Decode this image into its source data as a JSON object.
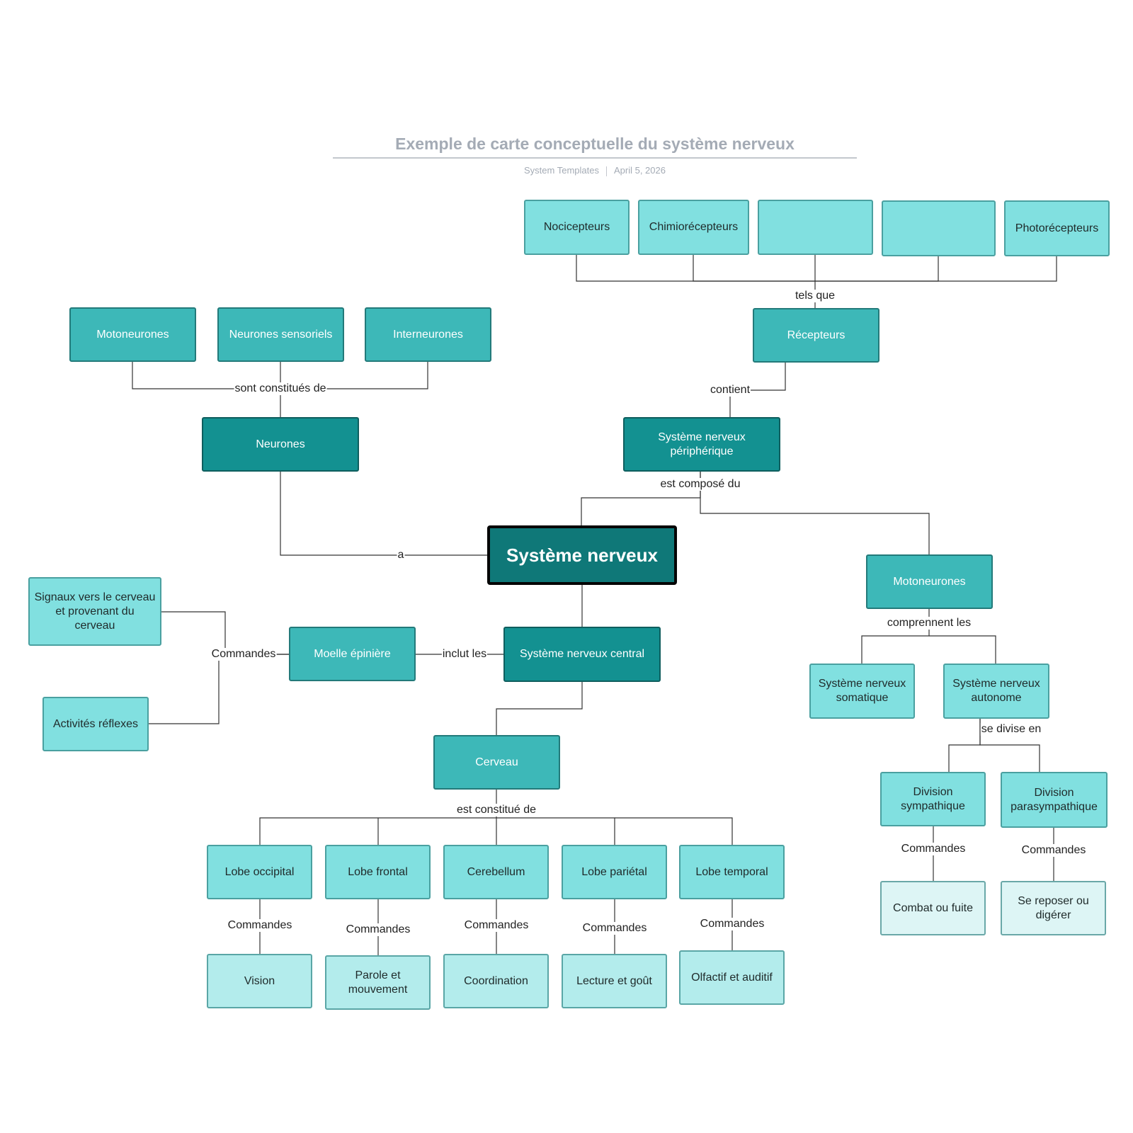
{
  "header": {
    "title": "Exemple de carte conceptuelle du système nerveux",
    "author": "System Templates",
    "date": "April 5, 2026"
  },
  "nodes": {
    "noci": "Nocicepteurs",
    "chimio": "Chimiorécepteurs",
    "blank1": "",
    "blank2": "",
    "photo": "Photorécepteurs",
    "recepteurs": "Récepteurs",
    "moto_top": "Motoneurones",
    "sensoriels": "Neurones sensoriels",
    "inter": "Interneurones",
    "neurones": "Neurones",
    "snp": "Système nerveux périphérique",
    "root": "Système nerveux",
    "moto_right": "Motoneurones",
    "signaux": "Signaux vers le cerveau et provenant du cerveau",
    "reflexes": "Activités réflexes",
    "moelle": "Moelle épinière",
    "snc": "Système nerveux central",
    "somatique": "Système nerveux somatique",
    "autonome": "Système nerveux autonome",
    "cerveau": "Cerveau",
    "sympathique": "Division sympathique",
    "parasympathique": "Division parasympathique",
    "combat": "Combat ou fuite",
    "reposer": "Se reposer ou digérer",
    "occipital": "Lobe occipital",
    "frontal": "Lobe frontal",
    "cerebellum": "Cerebellum",
    "parietal": "Lobe pariétal",
    "temporal": "Lobe temporal",
    "vision": "Vision",
    "parole": "Parole et mouvement",
    "coordination": "Coordination",
    "lecture": "Lecture et goût",
    "olfactif": "Olfactif et auditif"
  },
  "edge_labels": {
    "tels_que": "tels que",
    "sont_constitues": "sont constitués de",
    "contient": "contient",
    "est_compose": "est composé du",
    "a": "a",
    "comprennent": "comprennent les",
    "commandes_moelle": "Commandes",
    "inclut": "inclut les",
    "se_divise": "se divise en",
    "est_constitue": "est constitué de",
    "cmd_sympathique": "Commandes",
    "cmd_parasympathique": "Commandes",
    "cmd_occipital": "Commandes",
    "cmd_frontal": "Commandes",
    "cmd_cerebellum": "Commandes",
    "cmd_parietal": "Commandes",
    "cmd_temporal": "Commandes"
  }
}
